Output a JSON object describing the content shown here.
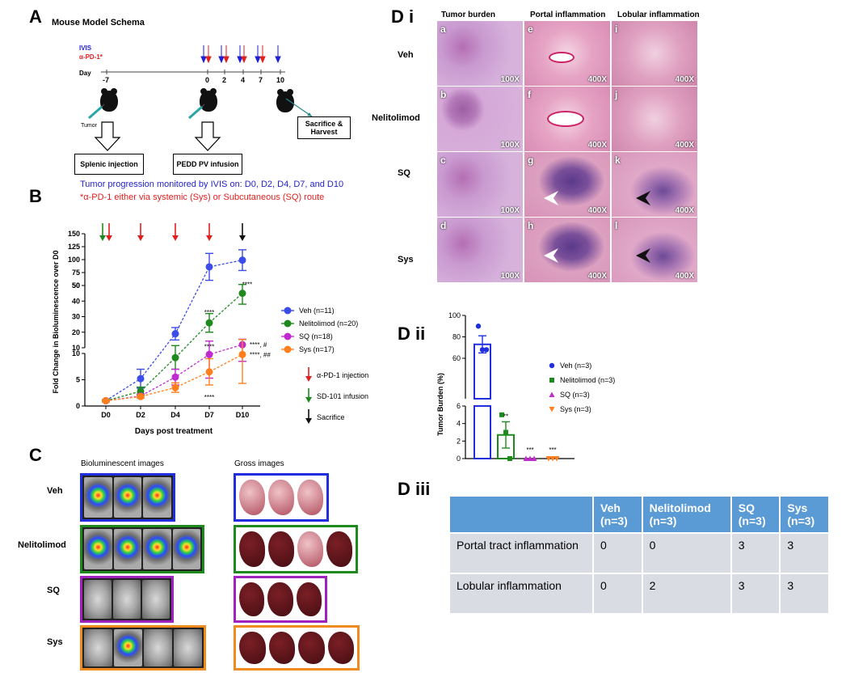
{
  "panel_a": {
    "letter": "A",
    "title": "Mouse Model Schema",
    "ivis": "IVIS",
    "apd1": "α-PD-1*",
    "day_label": "Day",
    "days": [
      "-7",
      "0",
      "2",
      "4",
      "7",
      "10"
    ],
    "tumor_label": "Tumor",
    "splenic": "Splenic injection",
    "pedd": "PEDD PV infusion",
    "sacrifice": "Sacrifice & Harvest",
    "note1": "Tumor progression monitored by IVIS on: D0, D2, D4, D7, and D10",
    "note2": "*α-PD-1 either via systemic (Sys) or Subcutaneous (SQ) route",
    "colors": {
      "ivis": "#1f1fd6",
      "apd1": "#e0201f",
      "note1": "#2323cc",
      "note2": "#e02020"
    }
  },
  "panel_b": {
    "letter": "B",
    "legend_arrows": [
      "α-PD-1 injection",
      "SD-101 infusion",
      "Sacrifice"
    ]
  },
  "panel_c": {
    "letter": "C",
    "bio_title": "Bioluminescent images",
    "gross_title": "Gross images",
    "rows": [
      "Veh",
      "Nelitolimod",
      "SQ",
      "Sys"
    ]
  },
  "panel_di": {
    "letter": "D i",
    "cols": [
      "Tumor burden",
      "Portal inflammation",
      "Lobular inflammation"
    ],
    "rows": [
      "Veh",
      "Nelitolimod",
      "SQ",
      "Sys"
    ],
    "tiles": [
      [
        {
          "l": "a",
          "m": "100X"
        },
        {
          "l": "e",
          "m": "400X"
        },
        {
          "l": "i",
          "m": "400X"
        }
      ],
      [
        {
          "l": "b",
          "m": "100X"
        },
        {
          "l": "f",
          "m": "400X"
        },
        {
          "l": "j",
          "m": "400X"
        }
      ],
      [
        {
          "l": "c",
          "m": "100X"
        },
        {
          "l": "g",
          "m": "400X"
        },
        {
          "l": "k",
          "m": "400X"
        }
      ],
      [
        {
          "l": "d",
          "m": "100X"
        },
        {
          "l": "h",
          "m": "400X"
        },
        {
          "l": "l",
          "m": "400X"
        }
      ]
    ]
  },
  "panel_dii": {
    "letter": "D ii"
  },
  "panel_diii": {
    "letter": "D iii",
    "headers": [
      [
        "",
        ""
      ],
      [
        "Veh",
        "(n=3)"
      ],
      [
        "Nelitolimod",
        "(n=3)"
      ],
      [
        "SQ",
        "(n=3)"
      ],
      [
        "Sys",
        "(n=3)"
      ]
    ],
    "rows": [
      {
        "label": "Portal tract inflammation",
        "values": [
          "0",
          "0",
          "3",
          "3"
        ]
      },
      {
        "label": "Lobular inflammation",
        "values": [
          "0",
          "2",
          "3",
          "3"
        ]
      }
    ]
  },
  "chart_data": [
    {
      "type": "line",
      "ylabel": "Fold Change in Bioluminescence over D0",
      "xlabel": "Days post treatment",
      "categories": [
        "D0",
        "D2",
        "D4",
        "D7",
        "D10"
      ],
      "y_segments": [
        {
          "range": [
            0,
            10
          ],
          "ticks": [
            0,
            5,
            10
          ]
        },
        {
          "range": [
            10,
            50
          ],
          "ticks": [
            10,
            20,
            30,
            40,
            50
          ]
        },
        {
          "range": [
            50,
            150
          ],
          "ticks": [
            50,
            75,
            100,
            125,
            150
          ]
        }
      ],
      "series": [
        {
          "name": "Veh (n=11)",
          "color": "#3a4de8",
          "values": [
            1,
            5.2,
            19,
            86,
            99
          ],
          "err": [
            0.2,
            1.8,
            4,
            26,
            20
          ],
          "annot": [
            "",
            "",
            "",
            "",
            ""
          ]
        },
        {
          "name": "Nelitolimod (n=20)",
          "color": "#1e8a1e",
          "values": [
            1,
            2.8,
            9.2,
            26,
            45
          ],
          "err": [
            0.2,
            0.8,
            2.2,
            6,
            7
          ],
          "annot": [
            "",
            "",
            "",
            "****",
            "****"
          ]
        },
        {
          "name": "SQ (n=18)",
          "color": "#c02ad0",
          "values": [
            1,
            1.9,
            5.5,
            9.8,
            12
          ],
          "err": [
            0.1,
            0.4,
            1.5,
            4.5,
            3.5
          ],
          "annot": [
            "",
            "",
            "",
            "****",
            "****, #"
          ]
        },
        {
          "name": "Sys (n=17)",
          "color": "#ff7f1e",
          "values": [
            1,
            1.8,
            3.5,
            6.5,
            9.8
          ],
          "err": [
            0.1,
            0.3,
            0.9,
            2.5,
            5.5
          ],
          "annot": [
            "",
            "",
            "",
            "****",
            "****, ##"
          ]
        }
      ],
      "arrows": [
        {
          "day": "D0",
          "kind": "green"
        },
        {
          "day": "D0",
          "kind": "red"
        },
        {
          "day": "D2",
          "kind": "red"
        },
        {
          "day": "D4",
          "kind": "red"
        },
        {
          "day": "D7",
          "kind": "red"
        },
        {
          "day": "D10",
          "kind": "black"
        }
      ]
    },
    {
      "type": "bar",
      "ylabel": "Tumor Burden (%)",
      "categories": [
        "Veh (n=3)",
        "Nelitolimod (n=3)",
        "SQ (n=3)",
        "Sys (n=3)"
      ],
      "values": [
        73,
        2.7,
        0,
        0
      ],
      "err": [
        8,
        1.5,
        0,
        0
      ],
      "colors": [
        "#1f2fe0",
        "#1e8a1e",
        "#c02ad0",
        "#ff7f1e"
      ],
      "annotations": [
        "",
        "**",
        "***",
        "***"
      ],
      "points": [
        [
          90,
          68,
          68
        ],
        [
          5,
          3,
          0
        ],
        [
          0,
          0,
          0
        ],
        [
          0,
          0,
          0
        ]
      ],
      "y_segments": [
        {
          "range": [
            0,
            6
          ],
          "ticks": [
            0,
            2,
            4,
            6
          ]
        },
        {
          "range": [
            6,
            100
          ],
          "ticks": [
            60,
            80,
            100
          ]
        }
      ]
    }
  ]
}
